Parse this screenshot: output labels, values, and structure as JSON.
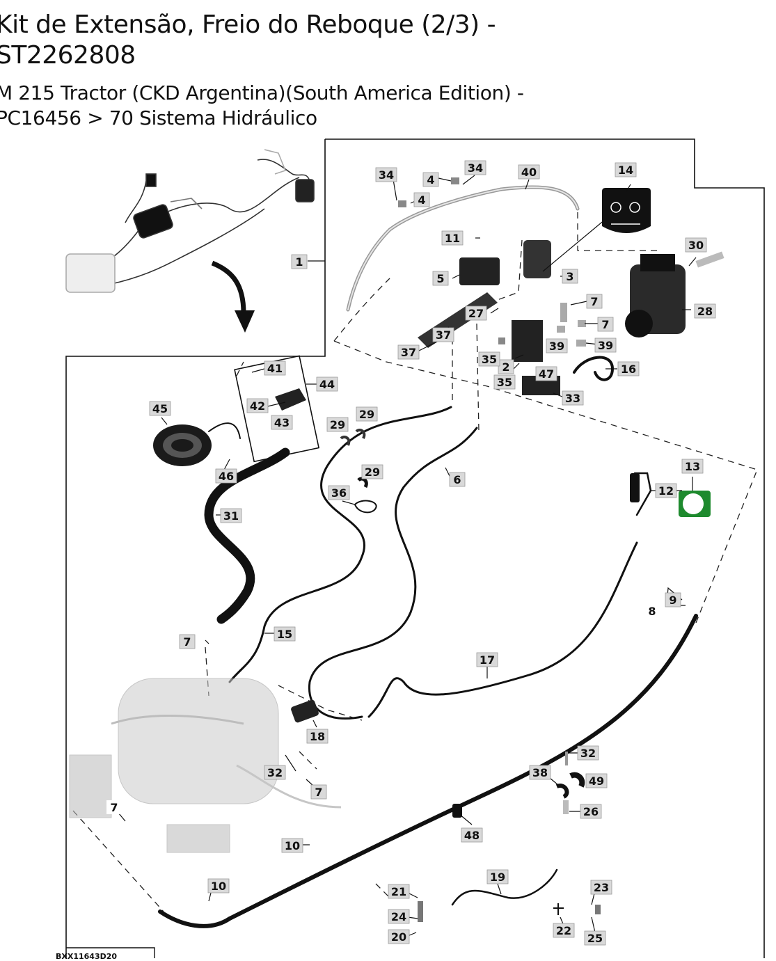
{
  "header": {
    "title_line1": "Kit de Extensão, Freio do Reboque (2/3) -",
    "title_line2": "ST2262808",
    "subtitle_line1": "M 215 Tractor (CKD Argentina)(South America Edition) -",
    "subtitle_line2": "PC16456 > 70 Sistema Hidráulico"
  },
  "diagram": {
    "figure_code": "BXX11643D20",
    "callouts": [
      {
        "id": "c1",
        "label": "1"
      },
      {
        "id": "c2",
        "label": "2"
      },
      {
        "id": "c3",
        "label": "3"
      },
      {
        "id": "c4a",
        "label": "4"
      },
      {
        "id": "c4b",
        "label": "4"
      },
      {
        "id": "c5",
        "label": "5"
      },
      {
        "id": "c6",
        "label": "6"
      },
      {
        "id": "c7a",
        "label": "7"
      },
      {
        "id": "c7b",
        "label": "7"
      },
      {
        "id": "c7c",
        "label": "7"
      },
      {
        "id": "c7d",
        "label": "7"
      },
      {
        "id": "c7e",
        "label": "7"
      },
      {
        "id": "c8",
        "label": "8"
      },
      {
        "id": "c9",
        "label": "9"
      },
      {
        "id": "c10a",
        "label": "10"
      },
      {
        "id": "c10b",
        "label": "10"
      },
      {
        "id": "c11",
        "label": "11"
      },
      {
        "id": "c12",
        "label": "12"
      },
      {
        "id": "c13",
        "label": "13"
      },
      {
        "id": "c14",
        "label": "14"
      },
      {
        "id": "c15",
        "label": "15"
      },
      {
        "id": "c16",
        "label": "16"
      },
      {
        "id": "c17",
        "label": "17"
      },
      {
        "id": "c18",
        "label": "18"
      },
      {
        "id": "c19",
        "label": "19"
      },
      {
        "id": "c20",
        "label": "20"
      },
      {
        "id": "c21",
        "label": "21"
      },
      {
        "id": "c22",
        "label": "22"
      },
      {
        "id": "c23",
        "label": "23"
      },
      {
        "id": "c24",
        "label": "24"
      },
      {
        "id": "c25",
        "label": "25"
      },
      {
        "id": "c26",
        "label": "26"
      },
      {
        "id": "c27",
        "label": "27"
      },
      {
        "id": "c28",
        "label": "28"
      },
      {
        "id": "c29a",
        "label": "29"
      },
      {
        "id": "c29b",
        "label": "29"
      },
      {
        "id": "c29c",
        "label": "29"
      },
      {
        "id": "c30",
        "label": "30"
      },
      {
        "id": "c31",
        "label": "31"
      },
      {
        "id": "c32a",
        "label": "32"
      },
      {
        "id": "c32b",
        "label": "32"
      },
      {
        "id": "c33",
        "label": "33"
      },
      {
        "id": "c34a",
        "label": "34"
      },
      {
        "id": "c34b",
        "label": "34"
      },
      {
        "id": "c35a",
        "label": "35"
      },
      {
        "id": "c35b",
        "label": "35"
      },
      {
        "id": "c36",
        "label": "36"
      },
      {
        "id": "c37a",
        "label": "37"
      },
      {
        "id": "c37b",
        "label": "37"
      },
      {
        "id": "c38",
        "label": "38"
      },
      {
        "id": "c39a",
        "label": "39"
      },
      {
        "id": "c39b",
        "label": "39"
      },
      {
        "id": "c40",
        "label": "40"
      },
      {
        "id": "c41",
        "label": "41"
      },
      {
        "id": "c42",
        "label": "42"
      },
      {
        "id": "c43",
        "label": "43"
      },
      {
        "id": "c44",
        "label": "44"
      },
      {
        "id": "c45",
        "label": "45"
      },
      {
        "id": "c46",
        "label": "46"
      },
      {
        "id": "c47",
        "label": "47"
      },
      {
        "id": "c48",
        "label": "48"
      },
      {
        "id": "c49",
        "label": "49"
      }
    ]
  }
}
